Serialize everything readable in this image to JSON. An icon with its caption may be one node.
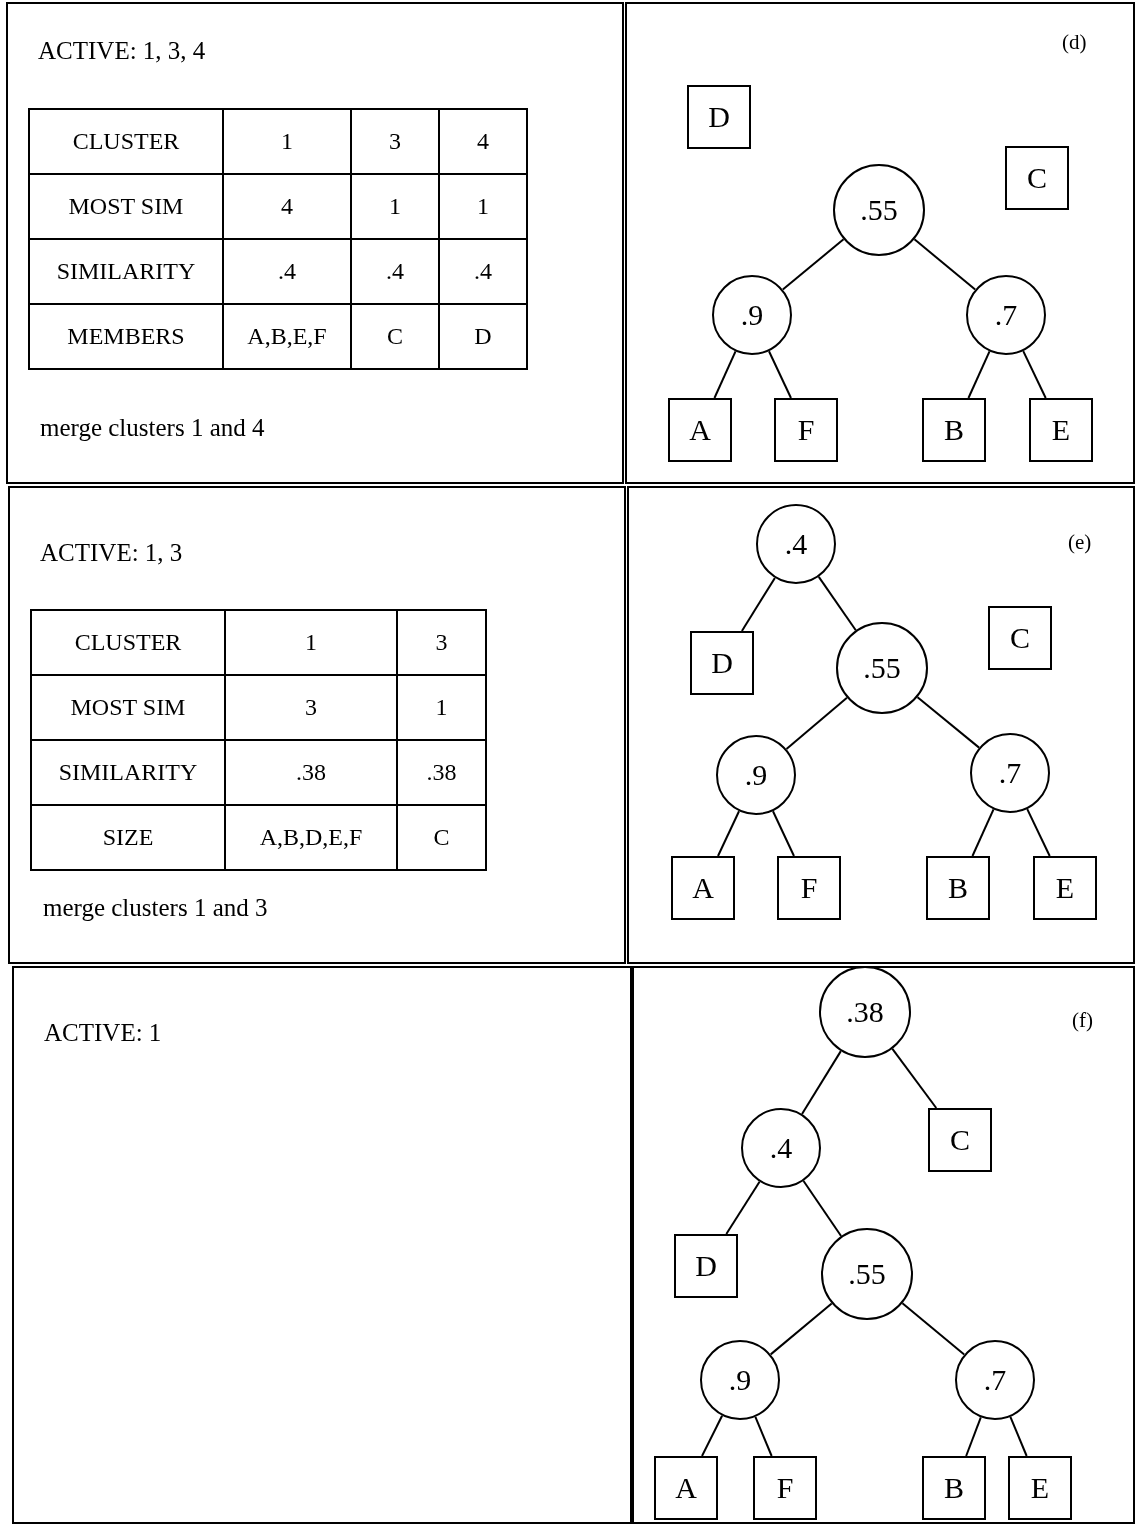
{
  "diagram": {
    "nodes": [
      {
        "text": [
          "D"
        ]
      },
      {
        "text": [
          "C"
        ]
      },
      {
        "text": [
          ".55"
        ]
      },
      {
        "text": [
          ".9"
        ]
      },
      {
        "text": [
          ".7"
        ]
      },
      {
        "text": [
          "A"
        ]
      },
      {
        "text": [
          "F"
        ]
      },
      {
        "text": [
          "B"
        ]
      },
      {
        "text": [
          "E"
        ]
      },
      {
        "text": [
          ".4"
        ]
      },
      {
        "text": [
          "D"
        ]
      },
      {
        "text": [
          ".55"
        ]
      },
      {
        "text": [
          "C"
        ]
      },
      {
        "text": [
          ".9"
        ]
      },
      {
        "text": [
          ".7"
        ]
      },
      {
        "text": [
          "A"
        ]
      },
      {
        "text": [
          "F"
        ]
      },
      {
        "text": [
          "B"
        ]
      },
      {
        "text": [
          "E"
        ]
      },
      {
        "text": [
          ".38"
        ]
      },
      {
        "text": [
          ".4"
        ]
      },
      {
        "text": [
          "C"
        ]
      },
      {
        "text": [
          "D"
        ]
      },
      {
        "text": [
          ".55"
        ]
      },
      {
        "text": [
          ".9"
        ]
      },
      {
        "text": [
          ".7"
        ]
      },
      {
        "text": [
          "A"
        ]
      },
      {
        "text": [
          "F"
        ]
      },
      {
        "text": [
          "B"
        ]
      },
      {
        "text": [
          "E"
        ]
      }
    ],
    "edges": [
      {
        "from": 2,
        "to": 3,
        "arrow": "none"
      },
      {
        "from": 2,
        "to": 4,
        "arrow": "none"
      },
      {
        "from": 3,
        "to": 5,
        "arrow": "none"
      },
      {
        "from": 3,
        "to": 6,
        "arrow": "none"
      },
      {
        "from": 4,
        "to": 7,
        "arrow": "none"
      },
      {
        "from": 4,
        "to": 8,
        "arrow": "none"
      },
      {
        "from": 9,
        "to": 10,
        "arrow": "none"
      },
      {
        "from": 9,
        "to": 11,
        "arrow": "none"
      },
      {
        "from": 11,
        "to": 13,
        "arrow": "none"
      },
      {
        "from": 11,
        "to": 14,
        "arrow": "none"
      },
      {
        "from": 13,
        "to": 15,
        "arrow": "none"
      },
      {
        "from": 13,
        "to": 16,
        "arrow": "none"
      },
      {
        "from": 14,
        "to": 17,
        "arrow": "none"
      },
      {
        "from": 14,
        "to": 18,
        "arrow": "none"
      },
      {
        "from": 19,
        "to": 20,
        "arrow": "none"
      },
      {
        "from": 19,
        "to": 21,
        "arrow": "none"
      },
      {
        "from": 20,
        "to": 22,
        "arrow": "none"
      },
      {
        "from": 20,
        "to": 23,
        "arrow": "none"
      },
      {
        "from": 23,
        "to": 24,
        "arrow": "none"
      },
      {
        "from": 23,
        "to": 25,
        "arrow": "none"
      },
      {
        "from": 24,
        "to": 26,
        "arrow": "none"
      },
      {
        "from": 24,
        "to": 27,
        "arrow": "none"
      },
      {
        "from": 25,
        "to": 28,
        "arrow": "none"
      },
      {
        "from": 25,
        "to": 29,
        "arrow": "none"
      }
    ],
    "labels": [
      "ACTIVE:  1, 3, 4",
      "CLUSTER",
      "1",
      "3",
      "4",
      "MOST SIM",
      "4",
      "1",
      "1",
      "SIMILARITY",
      ".4",
      ".4",
      ".4",
      "MEMBERS",
      "A,B,E,F",
      "C",
      "D",
      "merge clusters 1 and 4",
      "(d)",
      "ACTIVE:  1, 3",
      "CLUSTER",
      "1",
      "3",
      "MOST SIM",
      "3",
      "1",
      "SIMILARITY",
      ".38",
      ".38",
      "SIZE",
      "A,B,D,E,F",
      "C",
      "merge clusters 1 and 3",
      "(e)",
      "ACTIVE:  1",
      "(f)"
    ]
  }
}
